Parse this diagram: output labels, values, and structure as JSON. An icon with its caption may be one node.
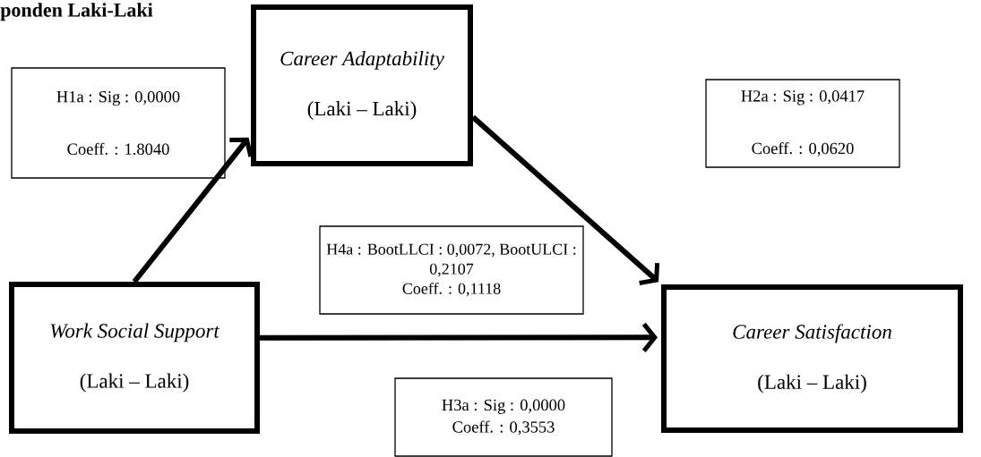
{
  "diagram": {
    "title": "ponden Laki-Laki",
    "nodes": [
      {
        "text": [
          "Work Social Support",
          "(Laki – Laki)"
        ]
      },
      {
        "text": [
          "Career Adaptability",
          "(Laki – Laki)"
        ]
      },
      {
        "text": [
          "Career Satisfaction",
          "(Laki – Laki)"
        ]
      },
      {
        "text": [
          "H1a : Sig : 0,0000",
          "Coeff. : 1.8040"
        ]
      },
      {
        "text": [
          "H2a : Sig : 0,0417",
          "Coeff. : 0,0620"
        ]
      },
      {
        "text": [
          "H4a : BootLLCI : 0,0072, BootULCI : 0,2107",
          "Coeff. : 0,1118"
        ]
      },
      {
        "text": [
          "H3a : Sig : 0,0000",
          "Coeff. : 0,3553"
        ]
      }
    ],
    "edges": [
      {
        "from": 0,
        "to": 1,
        "arrow": "to"
      },
      {
        "from": 1,
        "to": 2,
        "arrow": "to"
      },
      {
        "from": 0,
        "to": 2,
        "arrow": "to"
      }
    ]
  }
}
